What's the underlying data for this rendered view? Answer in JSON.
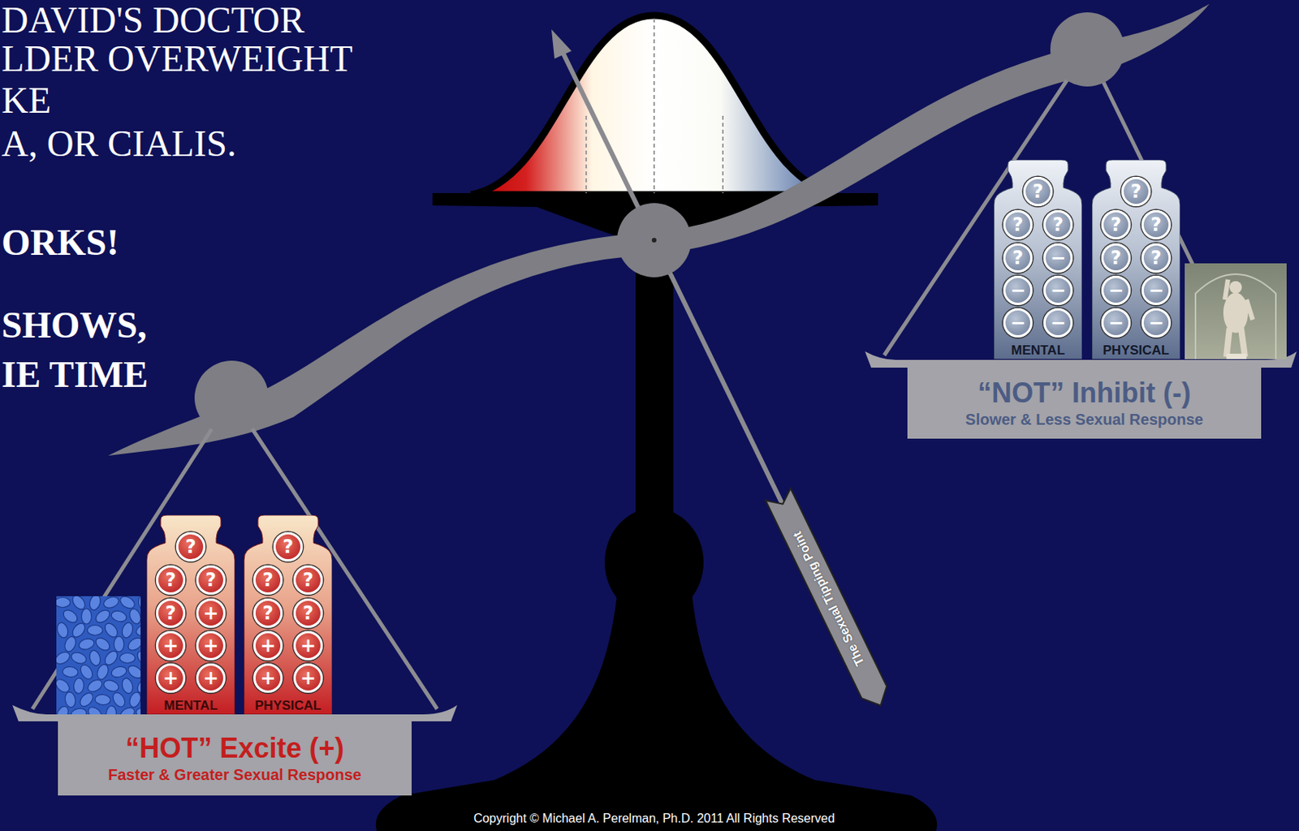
{
  "diagram": {
    "nodes": [
      {
        "text": [
          "?",
          "?",
          "?",
          "?",
          "−",
          "−",
          "−",
          "−",
          "−",
          "MENTAL"
        ]
      },
      {
        "text": [
          "?",
          "?",
          "?",
          "?",
          "?",
          "−",
          "−",
          "−",
          "−",
          "PHYSICAL"
        ]
      },
      {
        "text": [
          "“NOT” Inhibit (-)",
          "Slower & Less Sexual Response"
        ]
      },
      {
        "text": [
          "?",
          "?",
          "?",
          "?",
          "+",
          "+",
          "+",
          "+",
          "+",
          "MENTAL"
        ]
      },
      {
        "text": [
          "?",
          "?",
          "?",
          "?",
          "?",
          "+",
          "+",
          "+",
          "+",
          "PHYSICAL"
        ]
      },
      {
        "text": [
          "“HOT” Excite (+)",
          "Faster & Greater Sexual Response"
        ]
      }
    ],
    "labels": [
      "DAVID'S DOCTOR",
      "LDER OVERWEIGHT",
      "KE",
      "A, OR CIALIS.",
      "ORKS!",
      "SHOWS,",
      "IE TIME",
      "The Sexual Tipping Point",
      "Copyright © Michael A. Perelman, Ph.D. 2011 All Rights Reserved"
    ]
  }
}
